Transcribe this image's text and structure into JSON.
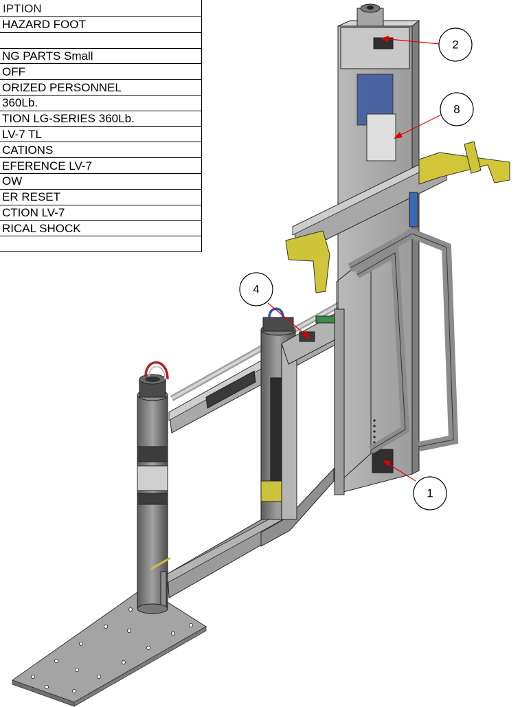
{
  "table": {
    "header": "IPTION",
    "rows": [
      "HAZARD FOOT",
      "",
      "NG PARTS Small",
      "OFF",
      "ORIZED PERSONNEL",
      "360Lb.",
      "TION LG-SERIES 360Lb.",
      "LV-7 TL",
      "CATIONS",
      "EFERENCE LV-7",
      "OW",
      "ER RESET",
      "CTION LV-7",
      "RICAL SHOCK",
      ""
    ]
  },
  "callouts": [
    {
      "label": "2"
    },
    {
      "label": "8"
    },
    {
      "label": "4"
    },
    {
      "label": "1"
    }
  ],
  "colors": {
    "leader": "#e00000",
    "steel": "#9a9a9a",
    "steel_dark": "#5e5e5e",
    "yellow_pad": "#d7cf3a"
  }
}
